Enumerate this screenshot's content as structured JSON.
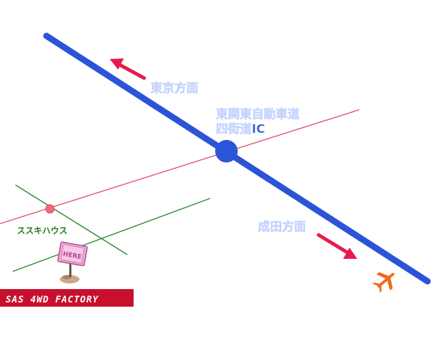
{
  "map": {
    "labels": {
      "tokyo_direction": "東京方面",
      "narita_direction": "成田方面",
      "interchange_line1": "東関東自動車道",
      "interchange_line2": "四街道IC",
      "landmark": "ススキハウス",
      "here_sign": "HERE",
      "banner": "SAS 4WD FACTORY"
    },
    "icons": {
      "tokyo_arrow": "arrow-up-left-icon",
      "narita_arrow": "arrow-down-right-icon",
      "airport": "airplane-icon",
      "interchange": "interchange-marker-icon",
      "landmark": "location-dot-icon",
      "here_sign": "here-signpost-icon"
    },
    "colors": {
      "expressway": "#2b54d8",
      "label_blue": "#2f5fd0",
      "arrow_red": "#e8194f",
      "local_road": "#e0476b",
      "minor_road": "#2f8a2f",
      "landmark_green": "#1c7a1c",
      "landmark_dot": "#f06b7a",
      "airplane": "#f06a1a",
      "banner_bg": "#c8102e",
      "banner_text": "#ffffff",
      "here_pink": "#f2a9d5"
    }
  }
}
